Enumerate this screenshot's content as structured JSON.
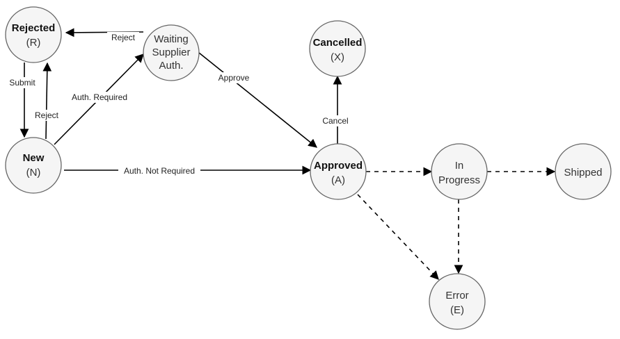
{
  "nodes": {
    "rejected": {
      "line1": "Rejected",
      "line2": "(R)"
    },
    "waiting": {
      "line1": "Waiting",
      "line2": "Supplier",
      "line3": "Auth."
    },
    "cancelled": {
      "line1": "Cancelled",
      "line2": "(X)"
    },
    "new": {
      "line1": "New",
      "line2": "(N)"
    },
    "approved": {
      "line1": "Approved",
      "line2": "(A)"
    },
    "in_progress": {
      "line1": "In",
      "line2": "Progress"
    },
    "shipped": {
      "line1": "Shipped"
    },
    "error": {
      "line1": "Error",
      "line2": "(E)"
    }
  },
  "edges": {
    "waiting_to_rejected": "Reject",
    "rejected_to_new": "Submit",
    "new_to_rejected": "Reject",
    "new_to_waiting": "Auth. Required",
    "waiting_to_approved": "Approve",
    "new_to_approved": "Auth. Not Required",
    "approved_to_cancelled": "Cancel"
  }
}
